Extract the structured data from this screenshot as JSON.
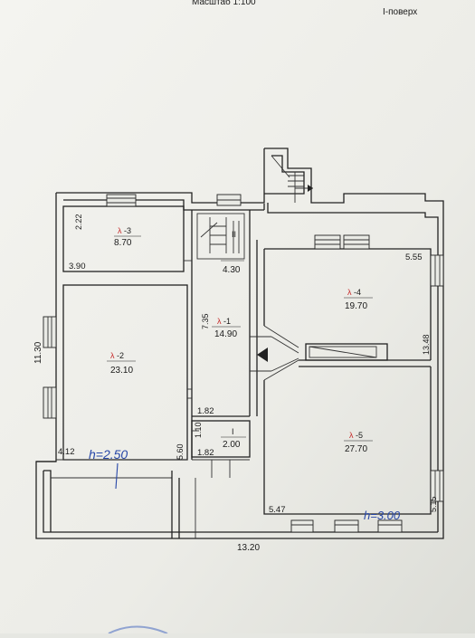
{
  "header": {
    "scale": "Масштаб 1:100",
    "floor": "I-поверх"
  },
  "rooms": [
    {
      "id": "1-3",
      "number": "-3",
      "area": "8.70"
    },
    {
      "id": "1-2",
      "number": "-2",
      "area": "23.10"
    },
    {
      "id": "1-1",
      "number": "-1",
      "area": "14.90"
    },
    {
      "id": "1-4",
      "number": "-4",
      "area": "19.70"
    },
    {
      "id": "1-5",
      "number": "-5",
      "area": "27.70"
    },
    {
      "id": "I",
      "number": "I",
      "area": "2.00"
    },
    {
      "id": "II",
      "number": "II",
      "area": "4.30"
    }
  ],
  "room_prefix": "λ",
  "dimensions": {
    "d_2_22": "2.22",
    "d_3_90": "3.90",
    "d_11_30": "11.30",
    "d_7_35": "7.35",
    "d_4_12": "4.12",
    "d_5_60": "5.60",
    "d_1_82a": "1.82",
    "d_1_10": "1.10",
    "d_1_82b": "1.82",
    "d_5_55": "5.55",
    "d_13_48": "13.48",
    "d_5_47": "5.47",
    "d_5_15": "5.15",
    "d_13_20": "13.20"
  },
  "annotations": {
    "height_left": "h=2.50",
    "height_right": "h=3.00"
  },
  "colors": {
    "paper": "#f2f2ee",
    "line": "#222222",
    "red_ink": "#c62828",
    "blue_ink": "#2747a8"
  }
}
